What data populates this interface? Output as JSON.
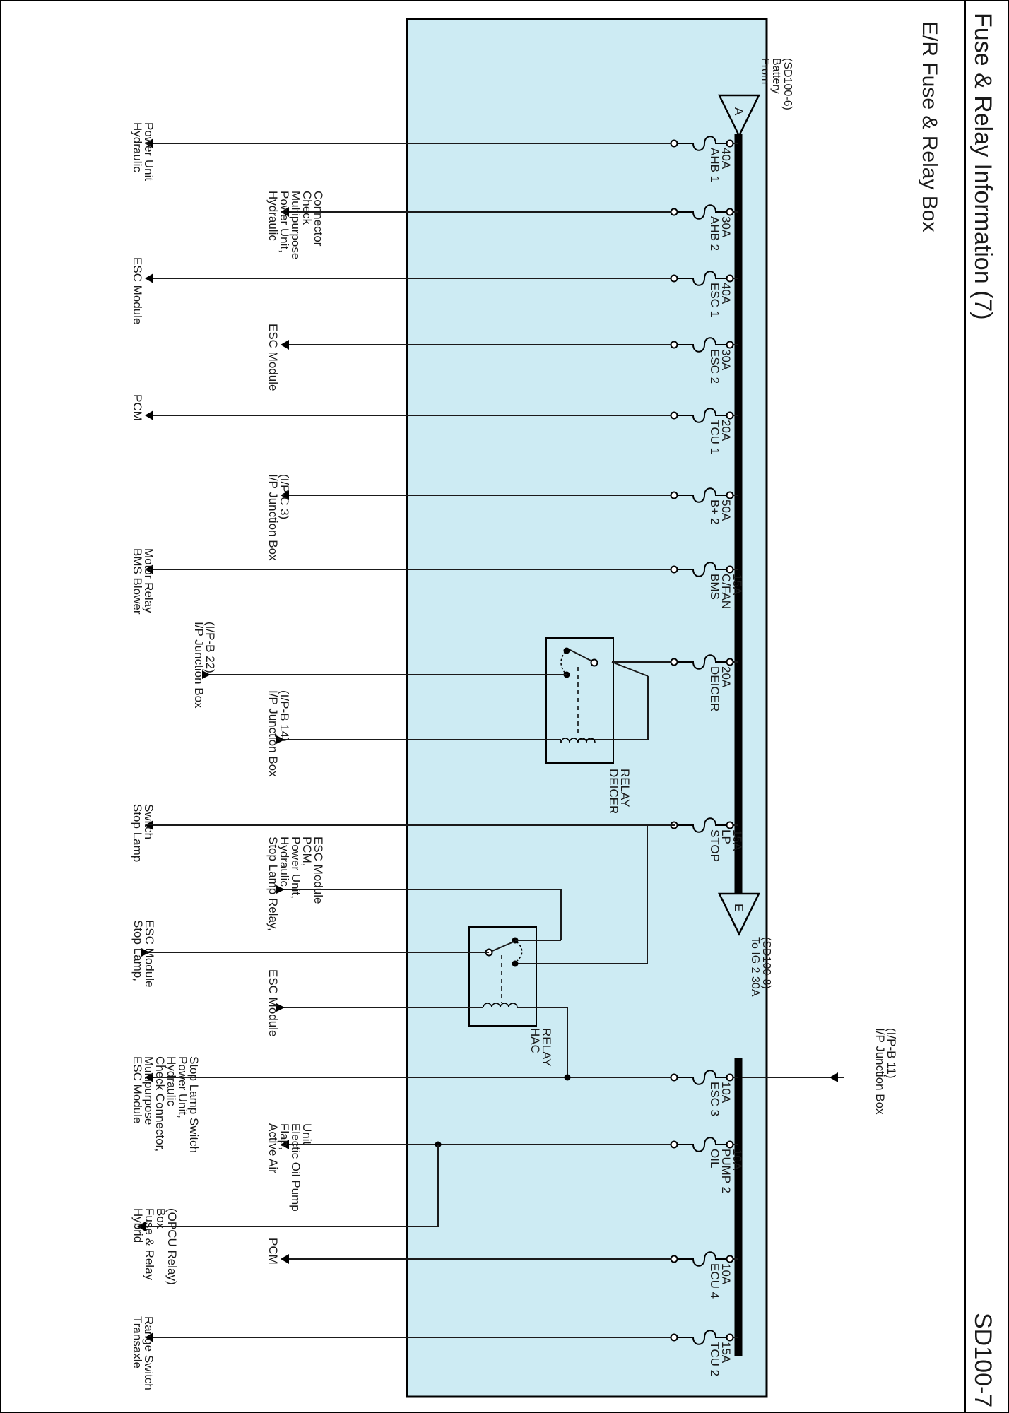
{
  "header": {
    "title": "Fuse & Relay Information (7)",
    "page_id": "SD100-7"
  },
  "box": {
    "title": "E/R Fuse & Relay Box",
    "fill_color": "#cdebf3"
  },
  "connectors": {
    "from": {
      "letter": "A",
      "lines": [
        "From",
        "Battery",
        "(SD100-6)"
      ]
    },
    "to": {
      "letter": "E",
      "lines": [
        "To IG 2 30A",
        "(SD100-8)"
      ]
    }
  },
  "fuses": {
    "ahb1": {
      "lines": [
        "AHB 1",
        "40A"
      ],
      "dest": [
        "Hydraulic",
        "Power Unit"
      ]
    },
    "ahb2": {
      "lines": [
        "AHB 2",
        "30A"
      ],
      "dest": [
        "Hydraulic",
        "Power Unit,",
        "Multipurpose",
        "Check",
        "Connector"
      ]
    },
    "esc1": {
      "lines": [
        "ESC 1",
        "40A"
      ],
      "dest": [
        "ESC Module"
      ]
    },
    "esc2": {
      "lines": [
        "ESC 2",
        "30A"
      ],
      "dest": [
        "ESC Module"
      ]
    },
    "tcu1": {
      "lines": [
        "TCU 1",
        "20A"
      ],
      "dest": [
        "PCM"
      ]
    },
    "bplus2": {
      "lines": [
        "B+ 2",
        "50A"
      ],
      "dest": [
        "I/P Junction Box",
        "(I/P-C",
        "3",
        ")"
      ]
    },
    "bms": {
      "lines": [
        "BMS",
        "C/FAN",
        "15A"
      ],
      "dest": [
        "BMS Blower",
        "Motor Relay"
      ]
    },
    "deicer": {
      "lines": [
        "DEICER",
        "20A"
      ]
    },
    "stop": {
      "lines": [
        "STOP",
        "LP",
        "15A"
      ],
      "dest": [
        "Stop Lamp",
        "Switch"
      ]
    },
    "esc3": {
      "lines": [
        "ESC 3",
        "10A"
      ],
      "dest": [
        "ESC Module",
        "Multipurpose",
        "Check Connector,",
        "Hydraulic",
        "Power Unit,",
        "Stop Lamp Switch"
      ]
    },
    "oil": {
      "lines": [
        "OIL",
        "PUMP 2",
        "10A"
      ],
      "dest": [
        "Active Air",
        "Flap,",
        "Electic Oil Pump",
        "Unit"
      ]
    },
    "ecu4": {
      "lines": [
        "ECU 4",
        "10A"
      ],
      "dest": [
        "PCM"
      ]
    },
    "tcu2": {
      "lines": [
        "TCU 2",
        "15A"
      ],
      "dest": [
        "Transaxle",
        "Range Switch"
      ]
    }
  },
  "relays": {
    "deicer": {
      "lines": [
        "DEICER",
        "RELAY"
      ]
    },
    "hac": {
      "lines": [
        "HAC",
        "RELAY"
      ]
    }
  },
  "deicer_dest": {
    "upper": [
      "I/P Junction Box",
      "(I/P-B",
      "22",
      ")"
    ],
    "lower": [
      "I/P Junction Box",
      "(I/P-B",
      "14",
      ")"
    ]
  },
  "hac_dest": {
    "top": [
      "Stop Lamp Relay,",
      "Hydraulic",
      "Power Unit,",
      "PCM,",
      "ESC Module"
    ],
    "middle": [
      "Stop Lamp,",
      "ESC Module"
    ],
    "bottom": [
      "ESC Module"
    ]
  },
  "ip_input": [
    "I/P Junction Box",
    "(I/P-B",
    "11",
    ")"
  ],
  "hybrid_dest": [
    "Hybrid",
    "Fuse & Relay",
    "Box",
    "(OPCU Relay)"
  ]
}
